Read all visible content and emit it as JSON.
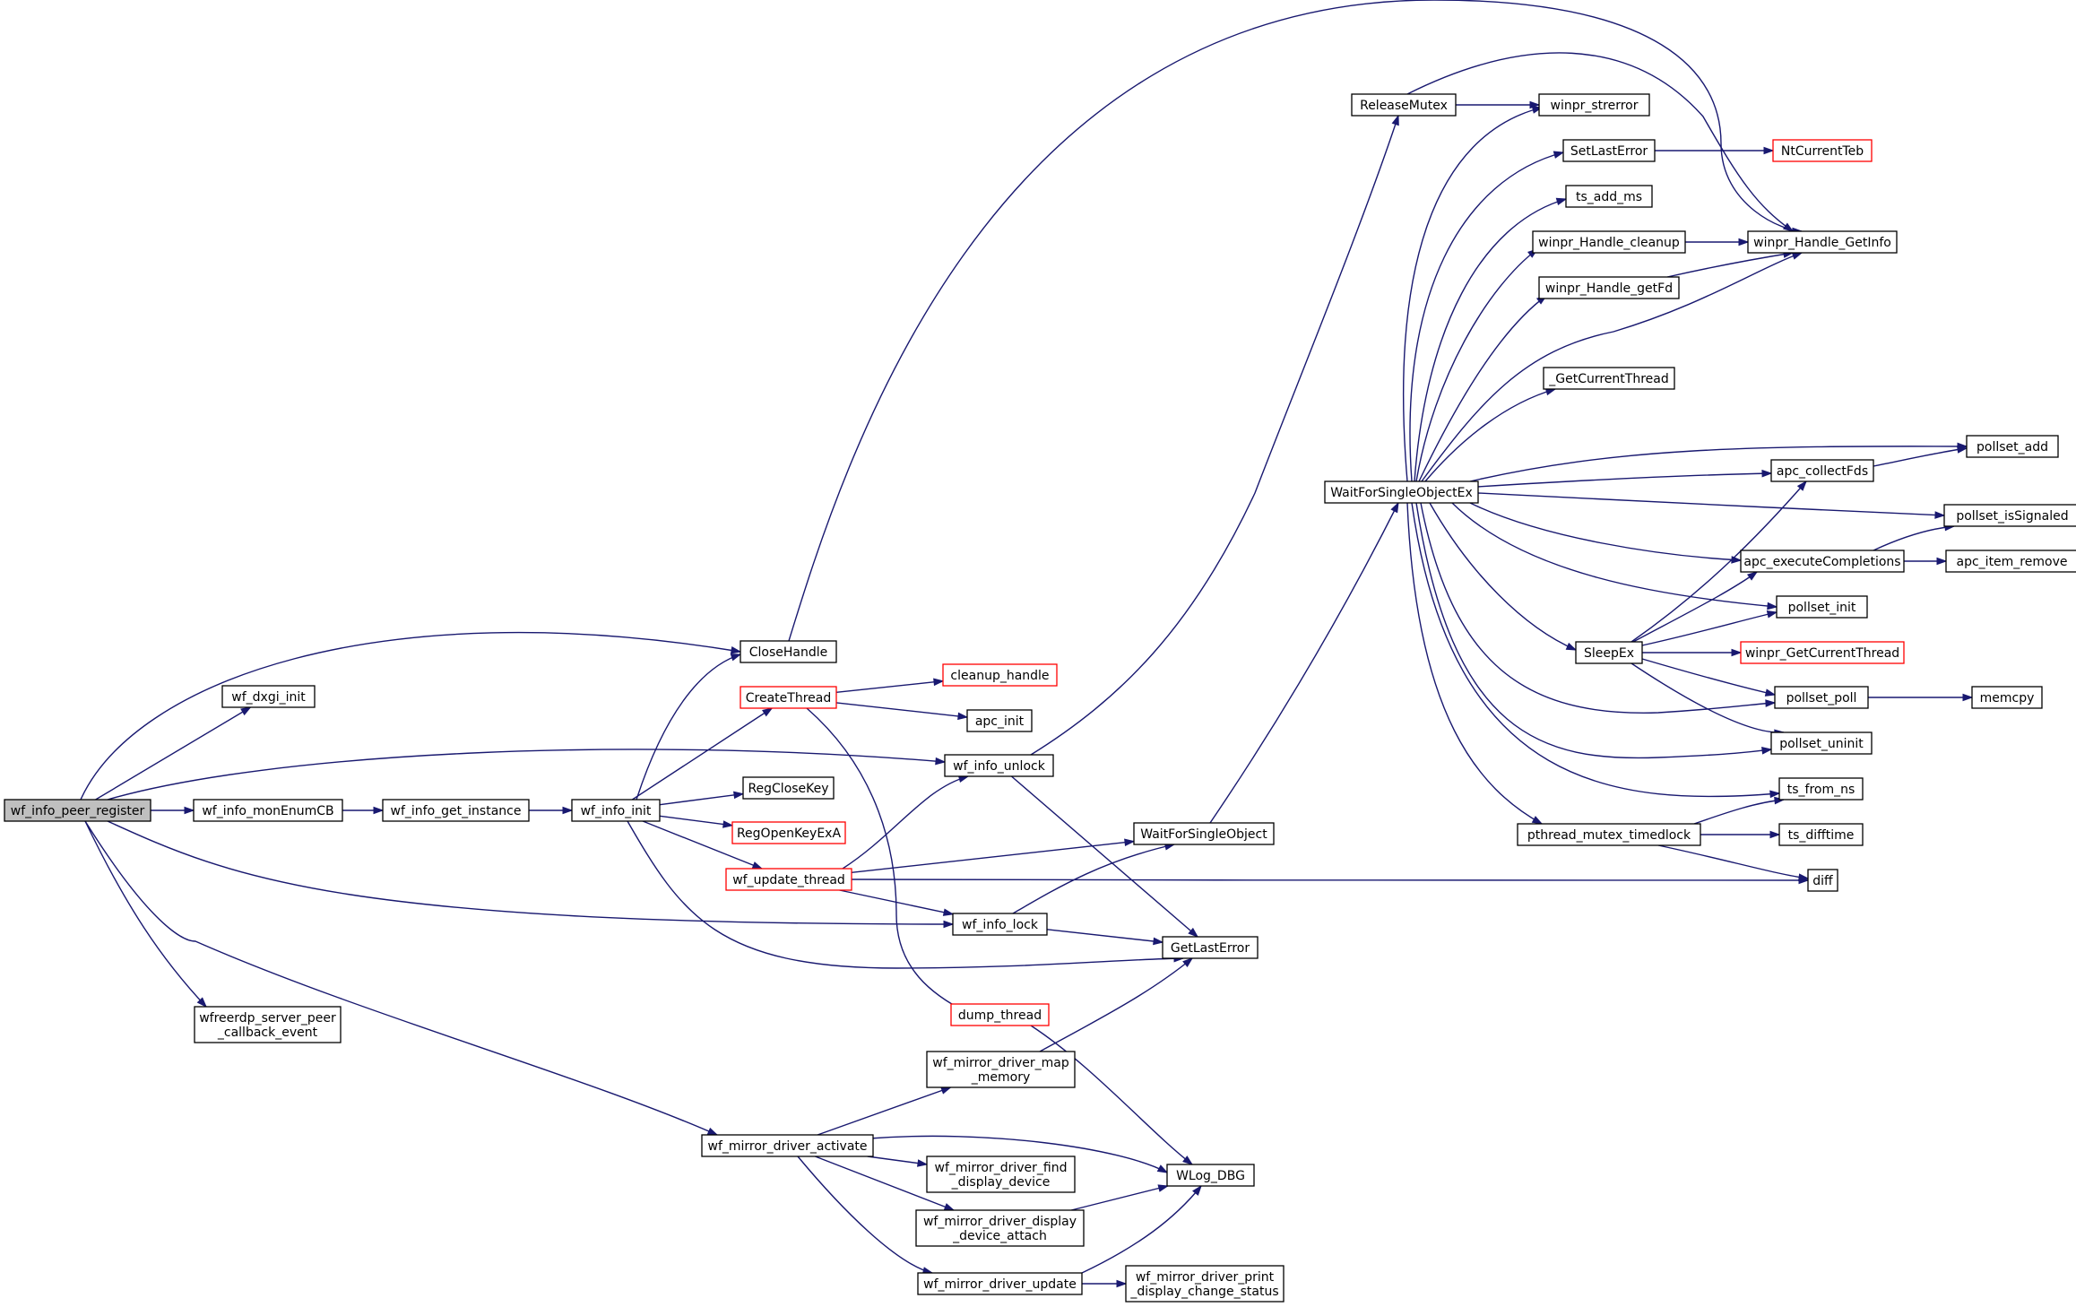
{
  "colors": {
    "edge": "#191970",
    "normal_border": "#000000",
    "truncated_border": "#ff0000",
    "root_fill": "#bfbfbf"
  },
  "nodes": [
    {
      "id": "wf_info_peer_register",
      "lines": [
        "wf_info_peer_register"
      ],
      "style": "root"
    },
    {
      "id": "CloseHandle",
      "lines": [
        "CloseHandle"
      ],
      "style": "normal"
    },
    {
      "id": "wf_dxgi_init",
      "lines": [
        "wf_dxgi_init"
      ],
      "style": "normal"
    },
    {
      "id": "wf_info_unlock",
      "lines": [
        "wf_info_unlock"
      ],
      "style": "normal"
    },
    {
      "id": "wf_info_monEnumCB",
      "lines": [
        "wf_info_monEnumCB"
      ],
      "style": "normal"
    },
    {
      "id": "wf_info_get_instance",
      "lines": [
        "wf_info_get_instance"
      ],
      "style": "normal"
    },
    {
      "id": "wf_info_init",
      "lines": [
        "wf_info_init"
      ],
      "style": "normal"
    },
    {
      "id": "wf_info_lock",
      "lines": [
        "wf_info_lock"
      ],
      "style": "normal"
    },
    {
      "id": "wfreerdp_server_peer_callback_event",
      "lines": [
        "wfreerdp_server_peer",
        "_callback_event"
      ],
      "style": "normal"
    },
    {
      "id": "wf_mirror_driver_activate",
      "lines": [
        "wf_mirror_driver_activate"
      ],
      "style": "normal"
    },
    {
      "id": "winpr_Handle_GetInfo",
      "lines": [
        "winpr_Handle_GetInfo"
      ],
      "style": "normal"
    },
    {
      "id": "CreateThread",
      "lines": [
        "CreateThread"
      ],
      "style": "truncated"
    },
    {
      "id": "RegCloseKey",
      "lines": [
        "RegCloseKey"
      ],
      "style": "normal"
    },
    {
      "id": "RegOpenKeyExA",
      "lines": [
        "RegOpenKeyExA"
      ],
      "style": "truncated"
    },
    {
      "id": "wf_update_thread",
      "lines": [
        "wf_update_thread"
      ],
      "style": "truncated"
    },
    {
      "id": "GetLastError",
      "lines": [
        "GetLastError"
      ],
      "style": "normal"
    },
    {
      "id": "cleanup_handle",
      "lines": [
        "cleanup_handle"
      ],
      "style": "truncated"
    },
    {
      "id": "apc_init",
      "lines": [
        "apc_init"
      ],
      "style": "normal"
    },
    {
      "id": "dump_thread",
      "lines": [
        "dump_thread"
      ],
      "style": "truncated"
    },
    {
      "id": "ReleaseMutex",
      "lines": [
        "ReleaseMutex"
      ],
      "style": "normal"
    },
    {
      "id": "WaitForSingleObject",
      "lines": [
        "WaitForSingleObject"
      ],
      "style": "normal"
    },
    {
      "id": "diff",
      "lines": [
        "diff"
      ],
      "style": "normal"
    },
    {
      "id": "winpr_strerror",
      "lines": [
        "winpr_strerror"
      ],
      "style": "normal"
    },
    {
      "id": "WaitForSingleObjectEx",
      "lines": [
        "WaitForSingleObjectEx"
      ],
      "style": "normal"
    },
    {
      "id": "WLog_DBG",
      "lines": [
        "WLog_DBG"
      ],
      "style": "normal"
    },
    {
      "id": "wf_mirror_driver_map_memory",
      "lines": [
        "wf_mirror_driver_map",
        "_memory"
      ],
      "style": "normal"
    },
    {
      "id": "wf_mirror_driver_find_display_device",
      "lines": [
        "wf_mirror_driver_find",
        "_display_device"
      ],
      "style": "normal"
    },
    {
      "id": "wf_mirror_driver_display_device_attach",
      "lines": [
        "wf_mirror_driver_display",
        "_device_attach"
      ],
      "style": "normal"
    },
    {
      "id": "wf_mirror_driver_update",
      "lines": [
        "wf_mirror_driver_update"
      ],
      "style": "normal"
    },
    {
      "id": "wf_mirror_driver_print_display_change_status",
      "lines": [
        "wf_mirror_driver_print",
        "_display_change_status"
      ],
      "style": "normal"
    },
    {
      "id": "SetLastError",
      "lines": [
        "SetLastError"
      ],
      "style": "normal"
    },
    {
      "id": "NtCurrentTeb",
      "lines": [
        "NtCurrentTeb"
      ],
      "style": "truncated"
    },
    {
      "id": "ts_add_ms",
      "lines": [
        "ts_add_ms"
      ],
      "style": "normal"
    },
    {
      "id": "winpr_Handle_cleanup",
      "lines": [
        "winpr_Handle_cleanup"
      ],
      "style": "normal"
    },
    {
      "id": "winpr_Handle_getFd",
      "lines": [
        "winpr_Handle_getFd"
      ],
      "style": "normal"
    },
    {
      "id": "_GetCurrentThread",
      "lines": [
        "_GetCurrentThread"
      ],
      "style": "normal"
    },
    {
      "id": "apc_collectFds",
      "lines": [
        "apc_collectFds"
      ],
      "style": "normal"
    },
    {
      "id": "pollset_add",
      "lines": [
        "pollset_add"
      ],
      "style": "normal"
    },
    {
      "id": "pollset_isSignaled",
      "lines": [
        "pollset_isSignaled"
      ],
      "style": "normal"
    },
    {
      "id": "apc_executeCompletions",
      "lines": [
        "apc_executeCompletions"
      ],
      "style": "normal"
    },
    {
      "id": "apc_item_remove",
      "lines": [
        "apc_item_remove"
      ],
      "style": "normal"
    },
    {
      "id": "pollset_init",
      "lines": [
        "pollset_init"
      ],
      "style": "normal"
    },
    {
      "id": "SleepEx",
      "lines": [
        "SleepEx"
      ],
      "style": "normal"
    },
    {
      "id": "winpr_GetCurrentThread",
      "lines": [
        "winpr_GetCurrentThread"
      ],
      "style": "truncated"
    },
    {
      "id": "pollset_poll",
      "lines": [
        "pollset_poll"
      ],
      "style": "normal"
    },
    {
      "id": "memcpy",
      "lines": [
        "memcpy"
      ],
      "style": "normal"
    },
    {
      "id": "pollset_uninit",
      "lines": [
        "pollset_uninit"
      ],
      "style": "normal"
    },
    {
      "id": "ts_from_ns",
      "lines": [
        "ts_from_ns"
      ],
      "style": "normal"
    },
    {
      "id": "pthread_mutex_timedlock",
      "lines": [
        "pthread_mutex_timedlock"
      ],
      "style": "normal"
    },
    {
      "id": "ts_difftime",
      "lines": [
        "ts_difftime"
      ],
      "style": "normal"
    }
  ],
  "edges": [
    {
      "from": "wf_info_peer_register",
      "to": "CloseHandle"
    },
    {
      "from": "wf_info_peer_register",
      "to": "wf_dxgi_init"
    },
    {
      "from": "wf_info_peer_register",
      "to": "wf_info_unlock"
    },
    {
      "from": "wf_info_peer_register",
      "to": "wf_info_monEnumCB"
    },
    {
      "from": "wf_info_peer_register",
      "to": "wf_info_lock"
    },
    {
      "from": "wf_info_peer_register",
      "to": "wfreerdp_server_peer_callback_event"
    },
    {
      "from": "wf_info_peer_register",
      "to": "wf_mirror_driver_activate"
    },
    {
      "from": "CloseHandle",
      "to": "winpr_Handle_GetInfo"
    },
    {
      "from": "wf_info_monEnumCB",
      "to": "wf_info_get_instance"
    },
    {
      "from": "wf_info_get_instance",
      "to": "wf_info_init"
    },
    {
      "from": "wf_info_init",
      "to": "CloseHandle"
    },
    {
      "from": "wf_info_init",
      "to": "CreateThread"
    },
    {
      "from": "wf_info_init",
      "to": "RegCloseKey"
    },
    {
      "from": "wf_info_init",
      "to": "RegOpenKeyExA"
    },
    {
      "from": "wf_info_init",
      "to": "wf_update_thread"
    },
    {
      "from": "wf_info_init",
      "to": "GetLastError"
    },
    {
      "from": "CreateThread",
      "to": "cleanup_handle"
    },
    {
      "from": "CreateThread",
      "to": "apc_init"
    },
    {
      "from": "CreateThread",
      "to": "dump_thread"
    },
    {
      "from": "wf_info_unlock",
      "to": "ReleaseMutex"
    },
    {
      "from": "wf_info_unlock",
      "to": "GetLastError"
    },
    {
      "from": "wf_update_thread",
      "to": "wf_info_unlock"
    },
    {
      "from": "wf_update_thread",
      "to": "WaitForSingleObject"
    },
    {
      "from": "wf_update_thread",
      "to": "wf_info_lock"
    },
    {
      "from": "wf_update_thread",
      "to": "diff"
    },
    {
      "from": "ReleaseMutex",
      "to": "winpr_strerror"
    },
    {
      "from": "ReleaseMutex",
      "to": "winpr_Handle_GetInfo"
    },
    {
      "from": "WaitForSingleObject",
      "to": "WaitForSingleObjectEx"
    },
    {
      "from": "wf_info_lock",
      "to": "WaitForSingleObject"
    },
    {
      "from": "wf_info_lock",
      "to": "GetLastError"
    },
    {
      "from": "dump_thread",
      "to": "WLog_DBG"
    },
    {
      "from": "wf_mirror_driver_activate",
      "to": "wf_mirror_driver_map_memory"
    },
    {
      "from": "wf_mirror_driver_activate",
      "to": "WLog_DBG"
    },
    {
      "from": "wf_mirror_driver_activate",
      "to": "wf_mirror_driver_find_display_device"
    },
    {
      "from": "wf_mirror_driver_activate",
      "to": "wf_mirror_driver_display_device_attach"
    },
    {
      "from": "wf_mirror_driver_activate",
      "to": "wf_mirror_driver_update"
    },
    {
      "from": "wf_mirror_driver_map_memory",
      "to": "GetLastError"
    },
    {
      "from": "wf_mirror_driver_display_device_attach",
      "to": "WLog_DBG"
    },
    {
      "from": "wf_mirror_driver_update",
      "to": "WLog_DBG"
    },
    {
      "from": "wf_mirror_driver_update",
      "to": "wf_mirror_driver_print_display_change_status"
    },
    {
      "from": "WaitForSingleObjectEx",
      "to": "winpr_strerror"
    },
    {
      "from": "WaitForSingleObjectEx",
      "to": "SetLastError"
    },
    {
      "from": "WaitForSingleObjectEx",
      "to": "ts_add_ms"
    },
    {
      "from": "WaitForSingleObjectEx",
      "to": "winpr_Handle_cleanup"
    },
    {
      "from": "WaitForSingleObjectEx",
      "to": "winpr_Handle_getFd"
    },
    {
      "from": "WaitForSingleObjectEx",
      "to": "winpr_Handle_GetInfo"
    },
    {
      "from": "WaitForSingleObjectEx",
      "to": "_GetCurrentThread"
    },
    {
      "from": "WaitForSingleObjectEx",
      "to": "pollset_add"
    },
    {
      "from": "WaitForSingleObjectEx",
      "to": "apc_collectFds"
    },
    {
      "from": "WaitForSingleObjectEx",
      "to": "pollset_isSignaled"
    },
    {
      "from": "WaitForSingleObjectEx",
      "to": "apc_executeCompletions"
    },
    {
      "from": "WaitForSingleObjectEx",
      "to": "pollset_init"
    },
    {
      "from": "WaitForSingleObjectEx",
      "to": "SleepEx"
    },
    {
      "from": "WaitForSingleObjectEx",
      "to": "pollset_poll"
    },
    {
      "from": "WaitForSingleObjectEx",
      "to": "pollset_uninit"
    },
    {
      "from": "WaitForSingleObjectEx",
      "to": "ts_from_ns"
    },
    {
      "from": "WaitForSingleObjectEx",
      "to": "pthread_mutex_timedlock"
    },
    {
      "from": "SetLastError",
      "to": "NtCurrentTeb"
    },
    {
      "from": "winpr_Handle_cleanup",
      "to": "winpr_Handle_GetInfo"
    },
    {
      "from": "winpr_Handle_getFd",
      "to": "winpr_Handle_GetInfo"
    },
    {
      "from": "apc_collectFds",
      "to": "pollset_add"
    },
    {
      "from": "apc_executeCompletions",
      "to": "pollset_isSignaled"
    },
    {
      "from": "apc_executeCompletions",
      "to": "apc_item_remove"
    },
    {
      "from": "SleepEx",
      "to": "apc_collectFds"
    },
    {
      "from": "SleepEx",
      "to": "apc_executeCompletions"
    },
    {
      "from": "SleepEx",
      "to": "pollset_init"
    },
    {
      "from": "SleepEx",
      "to": "winpr_GetCurrentThread"
    },
    {
      "from": "SleepEx",
      "to": "pollset_poll"
    },
    {
      "from": "SleepEx",
      "to": "pollset_uninit"
    },
    {
      "from": "pollset_poll",
      "to": "memcpy"
    },
    {
      "from": "pthread_mutex_timedlock",
      "to": "ts_from_ns"
    },
    {
      "from": "pthread_mutex_timedlock",
      "to": "ts_difftime"
    },
    {
      "from": "pthread_mutex_timedlock",
      "to": "diff"
    }
  ]
}
